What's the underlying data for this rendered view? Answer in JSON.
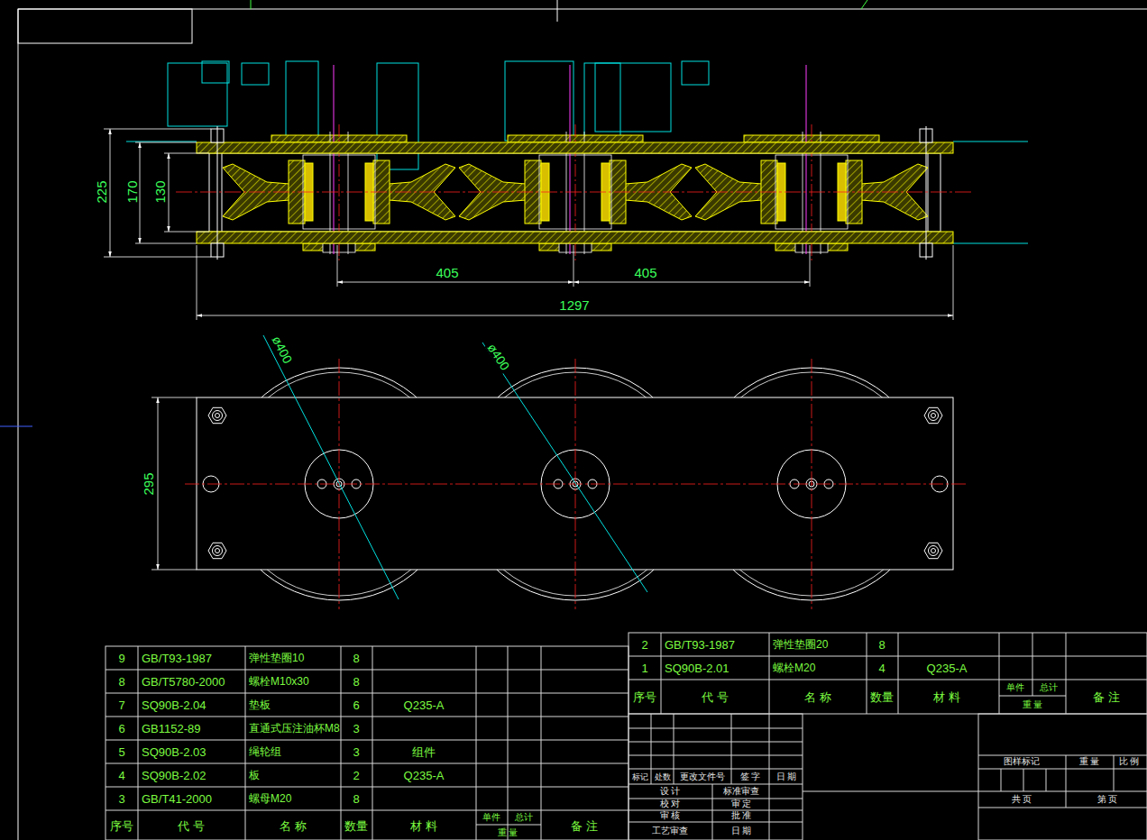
{
  "diagram": {
    "labels": [
      "225",
      "170",
      "130",
      "405",
      "405",
      "1297",
      "ø400",
      "ø400",
      "295",
      "9",
      "GB/T93-1987",
      "弹性垫圈10",
      "8",
      "8",
      "GB/T5780-2000",
      "螺栓M10x30",
      "8",
      "7",
      "SQ90B-2.04",
      "垫板",
      "6",
      "Q235-A",
      "6",
      "GB1152-89",
      "直通式压注油杯M8",
      "3",
      "5",
      "SQ90B-2.03",
      "绳轮组",
      "3",
      "组件",
      "4",
      "SQ90B-2.02",
      "板",
      "2",
      "Q235-A",
      "3",
      "GB/T41-2000",
      "螺母M20",
      "8",
      "序号",
      "代 号",
      "名 称",
      "数量",
      "材 料",
      "单件",
      "总计",
      "重 量",
      "备 注",
      "2",
      "GB/T93-1987",
      "弹性垫圈20",
      "8",
      "1",
      "SQ90B-2.01",
      "螺栓M20",
      "4",
      "Q235-A",
      "序号",
      "代 号",
      "名 称",
      "数量",
      "材 料",
      "单件",
      "总计",
      "重 量",
      "备 注",
      "标记",
      "处数",
      "更改文件号",
      "签 字",
      "日 期",
      "设 计",
      "标准审查",
      "校 对",
      "审 定",
      "审 核",
      "批 准",
      "工艺审查",
      "日 期",
      "图样标记",
      "重 量",
      "比 例",
      "共 页",
      "第 页"
    ]
  }
}
